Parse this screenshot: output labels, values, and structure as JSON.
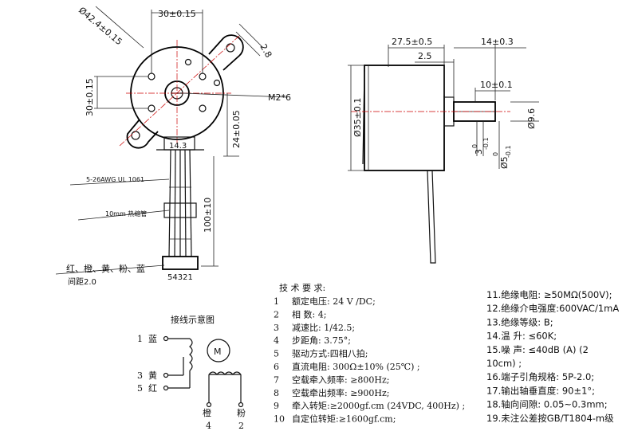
{
  "front_view": {
    "dia_outer": "Ø42.4±0.15",
    "width_top": "30±0.15",
    "height_left": "30±0.15",
    "tab_dim": "2.8",
    "shaft_label": "M2*6",
    "center_to_tab": "24±0.05",
    "wire_exit": "14.3",
    "lead_length": "100±10",
    "wire_note": "5-26AWG UL 1061",
    "sleeve_note": "10mm 热缩管",
    "wire_colors": "红、橙、黄、粉、蓝",
    "connector_no": "54321",
    "pitch": "间距2.0"
  },
  "side_view": {
    "body_len": "27.5±0.5",
    "shaft_len": "14±0.3",
    "flange": "2.5",
    "flat_len": "10±0.1",
    "body_dia": "Ø35±0.1",
    "shaft_dia": "Ø9.6",
    "shaft_3": "3",
    "shaft_3_tol": "0\n-0.1",
    "shaft_5": "Ø5",
    "shaft_5_tol": "0\n-0.1"
  },
  "wiring": {
    "title": "接线示意图",
    "motor": "M",
    "p1": "1",
    "p1_color": "蓝",
    "p3": "3",
    "p3_color": "黄",
    "p5": "5",
    "p5_color": "红",
    "p4": "4",
    "p4_color": "橙",
    "p2": "2",
    "p2_color": "粉"
  },
  "specs_title": "技 术 要 求:",
  "specs_left": [
    {
      "n": "1",
      "t": "额定电压: 24 V /DC;"
    },
    {
      "n": "2",
      "t": "相    数:  4;"
    },
    {
      "n": "3",
      "t": "减速比:  1/42.5;"
    },
    {
      "n": "4",
      "t": "步距角:   3.75°;"
    },
    {
      "n": "5",
      "t": "驱动方式:四相八拍;"
    },
    {
      "n": "6",
      "t": "直流电阻: 300Ω±10% (25℃) ;"
    },
    {
      "n": "7",
      "t": "空载牵入频率: ≥800Hz;"
    },
    {
      "n": "8",
      "t": "空载牵出频率: ≥900Hz;"
    },
    {
      "n": "9",
      "t": "牵入转矩:≥2000gf.cm (24VDC, 400Hz) ;"
    },
    {
      "n": "10",
      "t": "自定位转矩:≥1600gf.cm;"
    }
  ],
  "specs_right": [
    "11.绝缘电阻:  ≥50MΩ(500V);",
    "12.绝缘介电强度:600VAC/1mA",
    "13.绝缘等级:  B;",
    "14.温      升: ≤60K;",
    "15.噪      声: ≤40dB (A)  (2",
    "10cm) ;",
    "16.端子引角规格: 5P-2.0;",
    "17.输出轴垂直度:  90±1°;",
    "18.轴向间隙:  0.05~0.3mm;",
    "19.未注公差按GB/T1804-m级"
  ]
}
